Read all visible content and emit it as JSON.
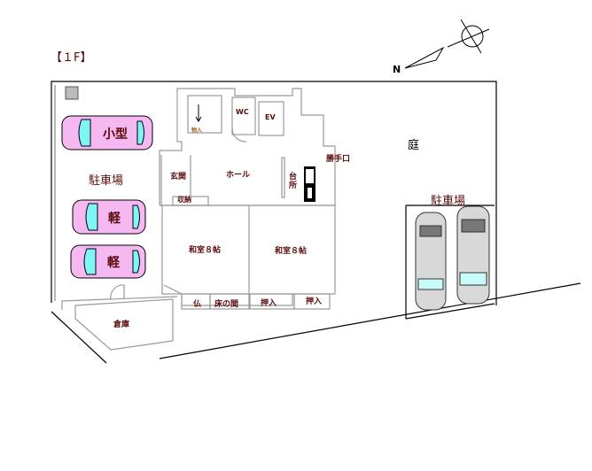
{
  "floor_label": "【１F】",
  "compass": {
    "north_label": "N"
  },
  "labels": {
    "parking_left": "駐車場",
    "parking_right": "駐車場",
    "garden": "庭",
    "car_small": "小型",
    "car_kei_1": "軽",
    "car_kei_2": "軽",
    "storage_shed": "倉庫",
    "entrance": "玄関",
    "shoe_storage": "収納",
    "closet_stair": "物入",
    "wc": "WC",
    "ev": "EV",
    "hall": "ホール",
    "kitchen": "台所",
    "back_door": "勝手口",
    "washitsu_1": "和室８帖",
    "washitsu_2": "和室８帖",
    "butsuma": "仏",
    "tokonoma": "床の間",
    "oshiire_1": "押入",
    "oshiire_2": "押入"
  },
  "colors": {
    "car_pink": "#f5b8f0",
    "car_cyan": "#7ff5f5",
    "text": "#5a0a0a"
  }
}
